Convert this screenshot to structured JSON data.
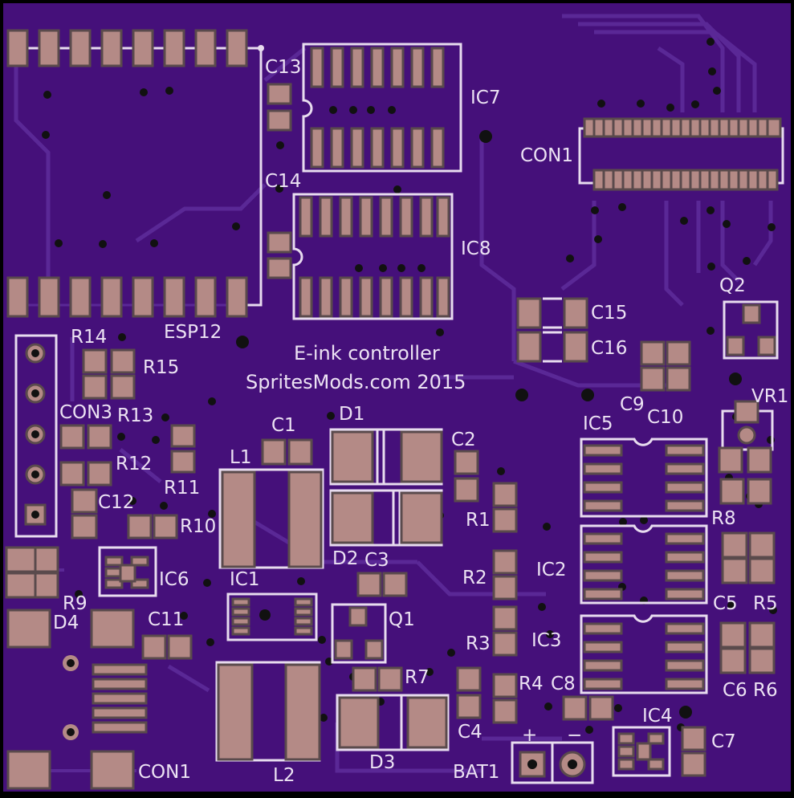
{
  "board": {
    "colors": {
      "substrate": "#45107a",
      "trace": "#5a2896",
      "silkscreen": "#e8dcef",
      "pad": "#b48a86",
      "via": "#111111"
    }
  },
  "text": {
    "title": "E-ink controller",
    "credit": "SpritesMods.com 2015",
    "plus": "+",
    "minus": "−"
  },
  "labels": {
    "C13": "C13",
    "C14": "C14",
    "IC7": "IC7",
    "IC8": "IC8",
    "CON1_top": "CON1",
    "ESP12": "ESP12",
    "R14": "R14",
    "R15": "R15",
    "CON3": "CON3",
    "R13": "R13",
    "R12": "R12",
    "R11": "R11",
    "C12": "C12",
    "R10": "R10",
    "C1": "C1",
    "D1": "D1",
    "L1": "L1",
    "C2": "C2",
    "D2": "D2",
    "C3": "C3",
    "IC1": "IC1",
    "IC6": "IC6",
    "R9": "R9",
    "D4": "D4",
    "C11": "C11",
    "Q1": "Q1",
    "R1": "R1",
    "R2": "R2",
    "R3": "R3",
    "R7": "R7",
    "R4": "R4",
    "C8": "C8",
    "C4": "C4",
    "L2": "L2",
    "D3": "D3",
    "BAT1": "BAT1",
    "CON1_bottom": "CON1",
    "C15": "C15",
    "C16": "C16",
    "Q2": "Q2",
    "C9": "C9",
    "C10": "C10",
    "VR1": "VR1",
    "IC5": "IC5",
    "R8": "R8",
    "IC2": "IC2",
    "IC3": "IC3",
    "C5": "C5",
    "R5": "R5",
    "C6": "C6",
    "R6": "R6",
    "IC4": "IC4",
    "C7": "C7"
  }
}
